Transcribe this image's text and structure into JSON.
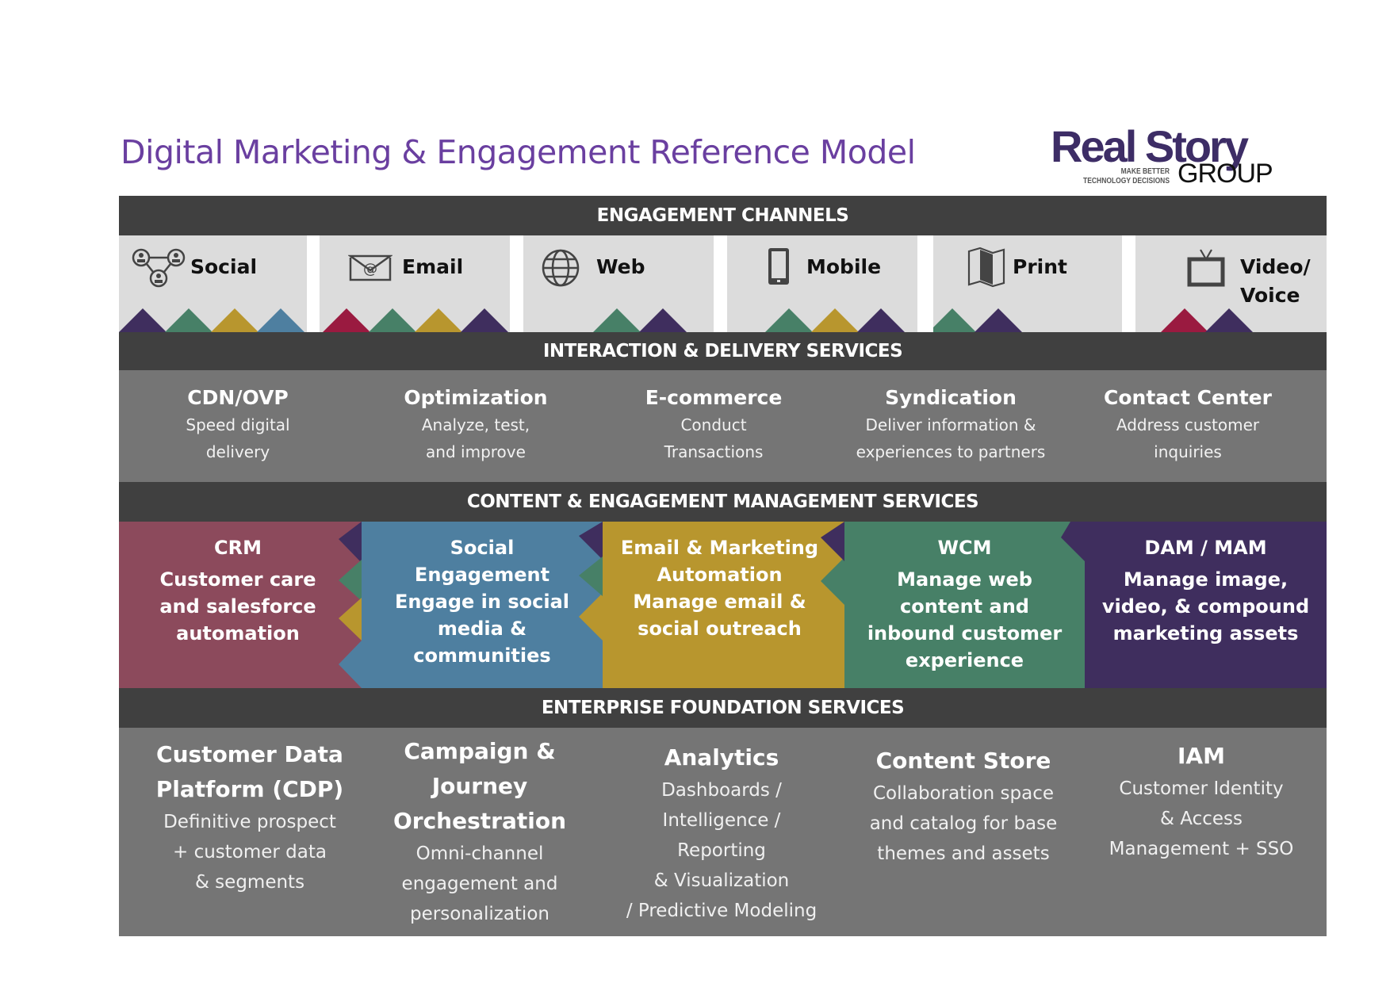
{
  "title": "Digital Marketing & Engagement Reference Model",
  "logo": {
    "name_top": "Real Story",
    "name_bottom": "GROUP",
    "tagline_1": "MAKE BETTER",
    "tagline_2": "TECHNOLOGY DECISIONS"
  },
  "colors": {
    "title": "#6a3fa0",
    "band": "#404040",
    "panel_gray": "#757575",
    "channel_bg": "#dcdcdc",
    "crm": "#8c4a5c",
    "social": "#4e7fa0",
    "email": "#b8962e",
    "wcm": "#478067",
    "dam": "#3f2e5e",
    "red": "#9a1a40"
  },
  "sections": {
    "engagement_channels": "ENGAGEMENT CHANNELS",
    "interaction_delivery": "INTERACTION & DELIVERY SERVICES",
    "content_engagement": "CONTENT & ENGAGEMENT MANAGEMENT SERVICES",
    "enterprise_foundation": "ENTERPRISE FOUNDATION SERVICES"
  },
  "channels": [
    {
      "label": "Social",
      "icon": "social-network-icon",
      "markers": [
        "dam",
        "wcm",
        "email",
        "social"
      ]
    },
    {
      "label": "Email",
      "icon": "email-envelope-icon",
      "markers": [
        "red",
        "wcm",
        "email",
        "dam"
      ]
    },
    {
      "label": "Web",
      "icon": "globe-icon",
      "markers": [
        "wcm",
        "dam"
      ]
    },
    {
      "label": "Mobile",
      "icon": "mobile-phone-icon",
      "markers": [
        "wcm",
        "email",
        "dam"
      ]
    },
    {
      "label": "Print",
      "icon": "print-map-icon",
      "markers": [
        "wcm",
        "dam"
      ]
    },
    {
      "label": "Video/\nVoice",
      "icon": "tv-icon",
      "markers": [
        "red",
        "dam"
      ]
    }
  ],
  "interaction_services": [
    {
      "name": "CDN/OVP",
      "desc": "Speed digital\ndelivery"
    },
    {
      "name": "Optimization",
      "desc": "Analyze, test,\nand improve"
    },
    {
      "name": "E-commerce",
      "desc": "Conduct\nTransactions"
    },
    {
      "name": "Syndication",
      "desc": "Deliver information &\nexperiences to partners"
    },
    {
      "name": "Contact Center",
      "desc": "Address customer\ninquiries"
    }
  ],
  "content_services": [
    {
      "name": "CRM",
      "desc": "Customer care\nand salesforce\nautomation"
    },
    {
      "name": "Social\nEngagement",
      "desc": "Engage in social\nmedia &\ncommunities"
    },
    {
      "name": "Email & Marketing\nAutomation",
      "desc": "Manage email &\nsocial outreach"
    },
    {
      "name": "WCM",
      "desc": "Manage web\ncontent and\ninbound customer\nexperience"
    },
    {
      "name": "DAM / MAM",
      "desc": "Manage image,\nvideo, & compound\nmarketing assets"
    }
  ],
  "foundation_services": [
    {
      "name": "Customer Data\nPlatform (CDP)",
      "desc": "Definitive prospect\n+ customer data\n& segments"
    },
    {
      "name": "Campaign &\nJourney\nOrchestration",
      "desc": "Omni-channel\nengagement and\npersonalization"
    },
    {
      "name": "Analytics",
      "desc": "Dashboards /\nIntelligence /\nReporting\n& Visualization\n/ Predictive Modeling"
    },
    {
      "name": "Content Store",
      "desc": "Collaboration space\nand catalog for base\nthemes and assets"
    },
    {
      "name": "IAM",
      "desc": "Customer Identity\n& Access\nManagement + SSO"
    }
  ]
}
